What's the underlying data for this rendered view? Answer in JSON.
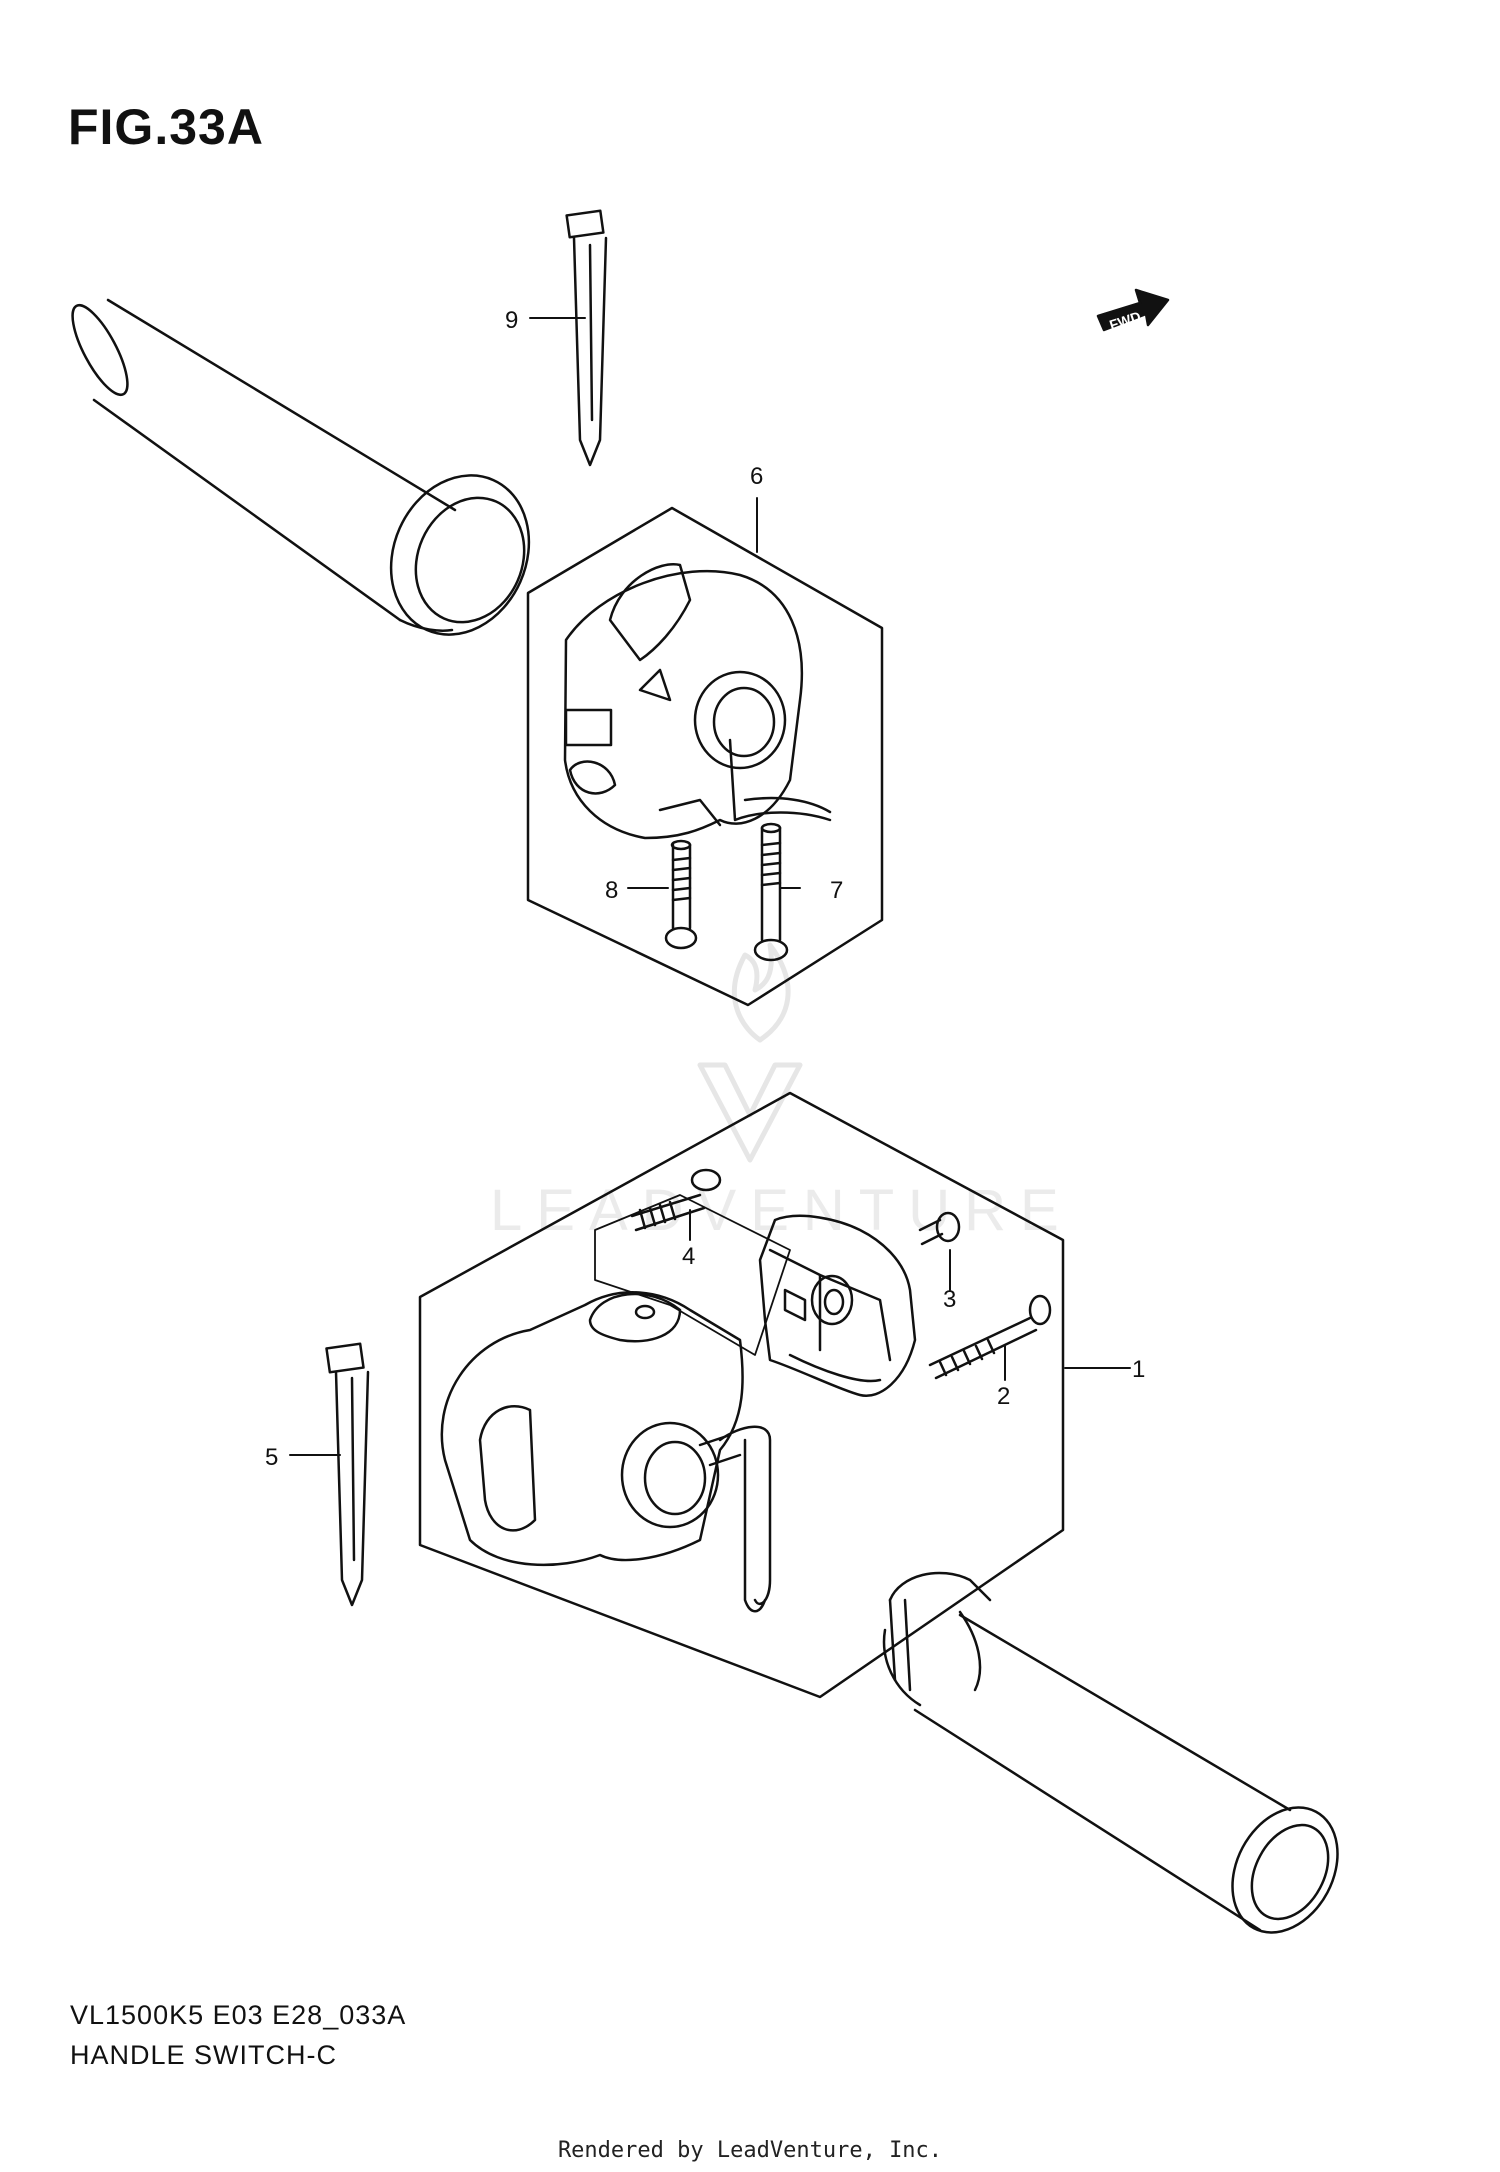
{
  "figure": {
    "title": "FIG.33A",
    "code": "VL1500K5 E03 E28_033A",
    "name": "HANDLE SWITCH-C",
    "credit": "Rendered by LeadVenture, Inc.",
    "watermark": "LEADVENTURE",
    "fwd_label": "FWD"
  },
  "callouts": [
    "1",
    "2",
    "3",
    "4",
    "5",
    "6",
    "7",
    "8",
    "9"
  ],
  "colors": {
    "ink": "#111111",
    "paper": "#ffffff",
    "watermark": "#ebebeb"
  }
}
